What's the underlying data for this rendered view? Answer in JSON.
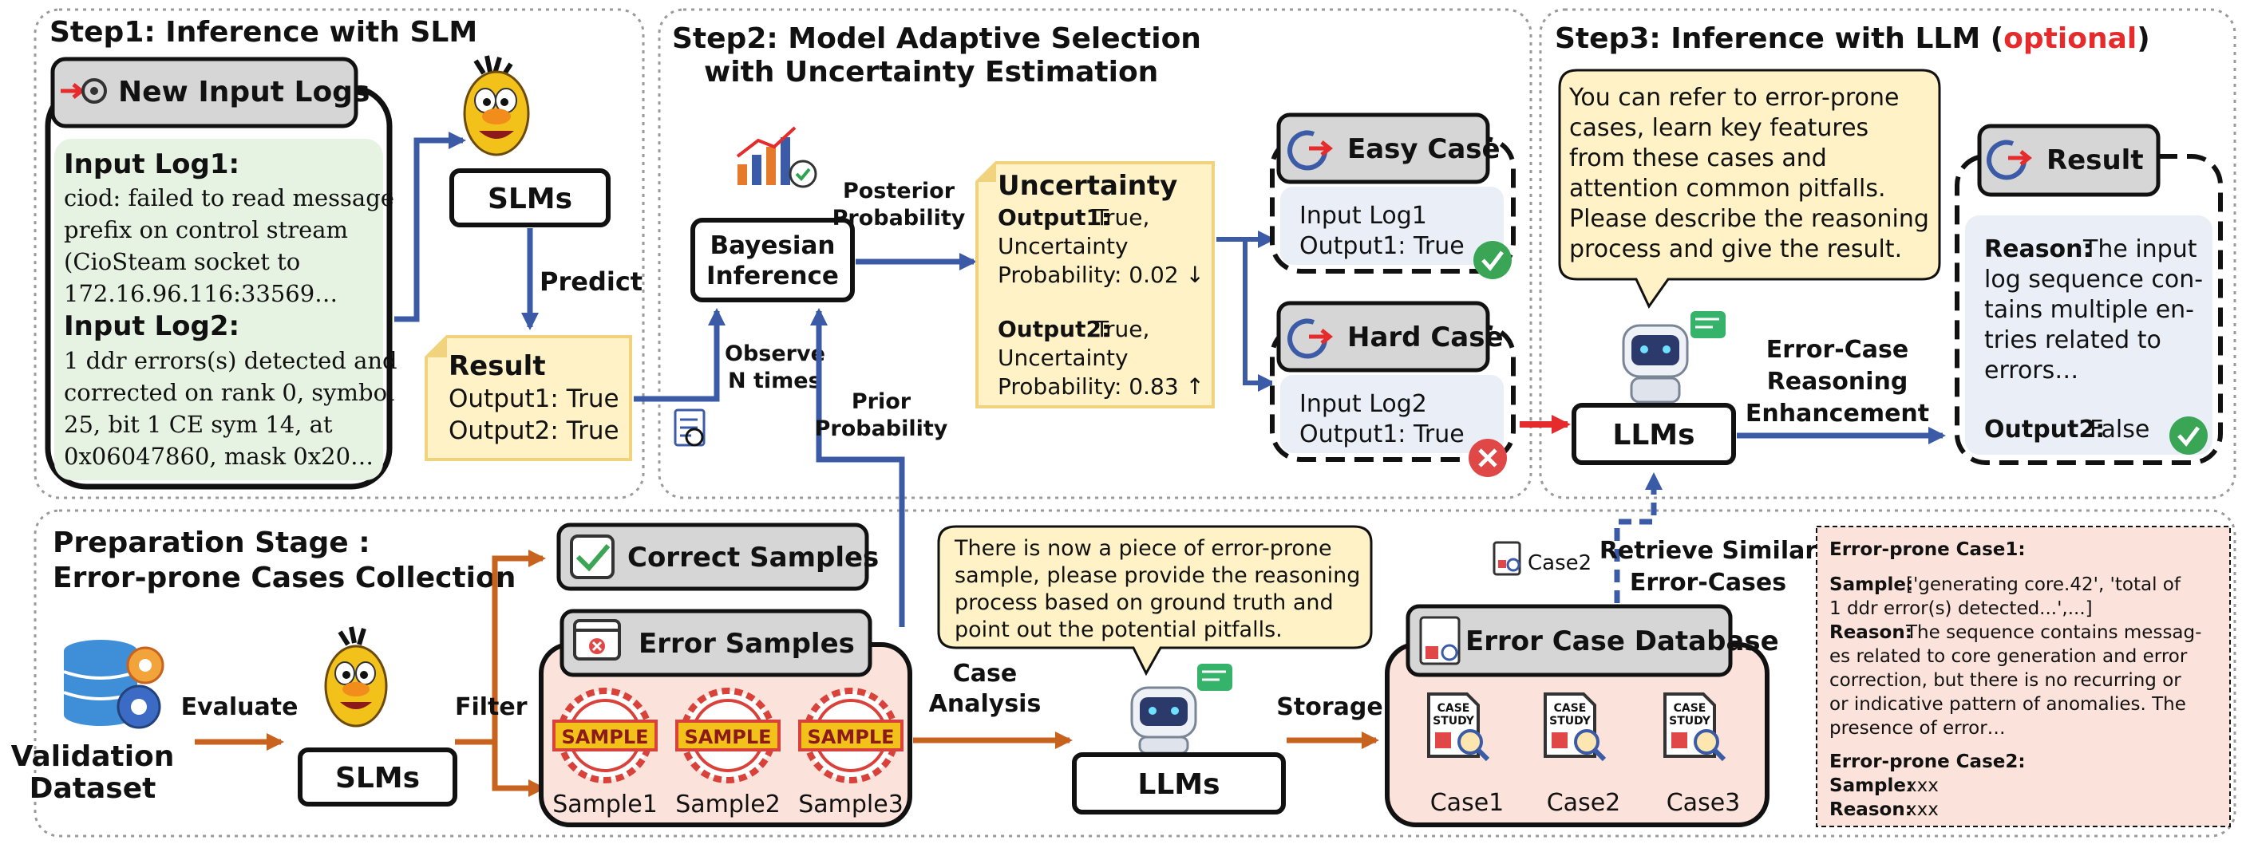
{
  "step1": {
    "title": "Step1: Inference with SLM",
    "new_logs_title": "New Input Logs",
    "log1_title": "Input Log1:",
    "log1_lines": [
      "ciod: failed to read message",
      "prefix on control stream",
      "(CioSteam socket to",
      "172.16.96.116:33569…"
    ],
    "log2_title": "Input Log2:",
    "log2_lines": [
      "1 ddr errors(s) detected and",
      "corrected on rank 0, symbol",
      "25, bit 1 CE sym 14, at",
      "0x06047860, mask 0x20…"
    ],
    "slm_label": "SLMs",
    "predict_label": "Predict",
    "result_title": "Result",
    "result_lines": [
      "Output1: True",
      "Output2: True"
    ]
  },
  "step2": {
    "title_line1": "Step2: Model Adaptive Selection",
    "title_line2": "with Uncertainty Estimation",
    "bayes_line1": "Bayesian",
    "bayes_line2": "Inference",
    "posterior_line1": "Posterior",
    "posterior_line2": "Probability",
    "observe_line1": "Observe",
    "observe_line2": "N times",
    "prior_line1": "Prior",
    "prior_line2": "Probability",
    "uncert_title": "Uncertainty",
    "out1_label": "Output1:",
    "out1_lines": [
      " True,",
      "Uncertainty",
      "Probability: 0.02 ↓"
    ],
    "out2_label": "Output2:",
    "out2_lines": [
      " True,",
      "Uncertainty",
      "Probability: 0.83 ↑"
    ],
    "easy_case": "Easy Case",
    "easy_lines": [
      "Input Log1",
      "Output1: True"
    ],
    "hard_case": "Hard Case",
    "hard_lines": [
      "Input Log2",
      "Output1: True"
    ]
  },
  "step3": {
    "title_prefix": "Step3: Inference with LLM (",
    "title_optional": "optional",
    "title_suffix": ")",
    "prompt_lines": [
      "You can refer to error-prone",
      "cases, learn key features",
      "from these cases and",
      "attention common pitfalls.",
      "Please describe the reasoning",
      "process and give the result."
    ],
    "llm_label": "LLMs",
    "enh_lines": [
      "Error-Case",
      "Reasoning",
      "Enhancement"
    ],
    "result_title": "Result",
    "reason_label": "Reason:",
    "reason_lines": [
      " The input",
      "log sequence con-",
      "tains multiple en-",
      "tries related to",
      "errors…"
    ],
    "output2_label": "Output2:",
    "output2_value": " False"
  },
  "prep": {
    "title_line1": "Preparation Stage :",
    "title_line2": "Error-prone Cases Collection",
    "dataset_line1": "Validation",
    "dataset_line2": "Dataset",
    "evaluate": "Evaluate",
    "slm_label": "SLMs",
    "filter": "Filter",
    "correct_samples": "Correct Samples",
    "error_samples": "Error Samples",
    "stamp": "SAMPLE",
    "samples": [
      "Sample1",
      "Sample2",
      "Sample3"
    ],
    "case_analysis_line1": "Case",
    "case_analysis_line2": "Analysis",
    "prompt_lines": [
      "There is now a piece of error-prone",
      "sample, please provide the reasoning",
      "process based on ground truth and",
      "point out the potential pitfalls."
    ],
    "llm_label": "LLMs",
    "storage": "Storage",
    "db_title": "Error Case Database",
    "case_study_line1": "CASE",
    "case_study_line2": "STUDY",
    "cases": [
      "Case1",
      "Case2",
      "Case3"
    ],
    "retrieve_line1": "Retrieve Similar",
    "retrieve_line2": "Error-Cases",
    "case2_tag": "Case2",
    "notes": {
      "case1_title": "Error-prone Case1:",
      "sample_label": "Sample:",
      "sample_lines": [
        " ['generating core.42', 'total of",
        "1 ddr error(s) detected...',...]"
      ],
      "reason_label": "Reason:",
      "reason_lines": [
        " The sequence contains messag-",
        "es related to core generation and error",
        "correction, but there is no recurring or",
        "or indicative pattern of anomalies. The",
        "presence of error…"
      ],
      "case2_title": "Error-prone Case2:",
      "sample2": " xxx",
      "reason2": " xxx"
    }
  },
  "colors": {
    "accent_blue": "#3b5ba7",
    "accent_orange": "#c8621f",
    "accent_red": "#e52b2b",
    "green_panel": "#e6f2e2",
    "yellow_note": "#fff2c6",
    "pink_panel": "#fbe2da",
    "grey_tag": "#d6d6d6",
    "light_blue_box": "#e9eef7"
  }
}
